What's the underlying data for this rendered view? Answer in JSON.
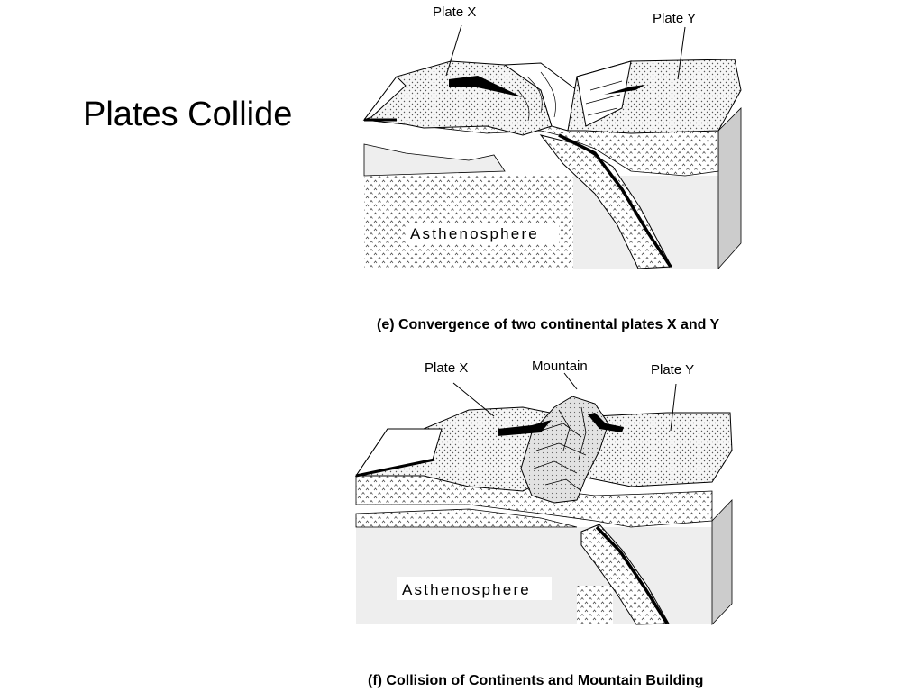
{
  "slide": {
    "title": "Plates Collide"
  },
  "panel_e": {
    "plate_x_label": "Plate X",
    "plate_y_label": "Plate Y",
    "asthenosphere_label": "Asthenosphere",
    "caption": "(e) Convergence of two continental plates X and Y"
  },
  "panel_f": {
    "plate_x_label": "Plate X",
    "plate_y_label": "Plate Y",
    "mountain_label": "Mountain",
    "asthenosphere_label": "Asthenosphere",
    "caption": "(f) Collision of Continents and Mountain Building"
  },
  "colors": {
    "background": "#ffffff",
    "outline": "#000000",
    "mantle_fill": "#eeeeee",
    "side_face": "#cccccc",
    "mountain_fill": "#dddddd"
  }
}
